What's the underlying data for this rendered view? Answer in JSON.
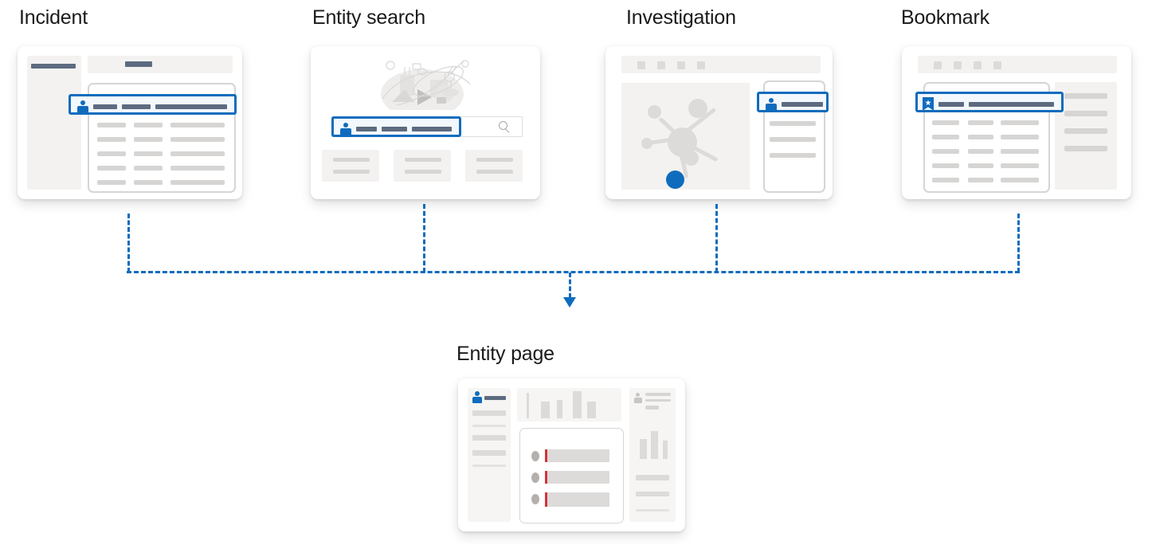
{
  "diagram": {
    "title_color": "#1b1a19",
    "accent_color": "#0f6cbd",
    "background_color": "#ffffff",
    "flow_description": "Four entry points connect down to a single Entity page"
  },
  "columns": [
    {
      "id": "incident",
      "title": "Incident",
      "highlight_icon": "person-icon",
      "mock": "list-with-left-nav"
    },
    {
      "id": "entity-search",
      "title": "Entity search",
      "highlight_icon": "person-icon",
      "mock": "search-page-with-illustration",
      "search_icon": "search-icon"
    },
    {
      "id": "investigation",
      "title": "Investigation",
      "highlight_icon": "person-icon",
      "mock": "graph-with-side-panel"
    },
    {
      "id": "bookmark",
      "title": "Bookmark",
      "highlight_icon": "bookmark-icon",
      "mock": "list-with-right-panel"
    }
  ],
  "target": {
    "id": "entity-page",
    "title": "Entity page",
    "icon": "person-icon",
    "mock": "entity-detail-page",
    "alert_marker_color": "#d13438"
  },
  "connectors": {
    "style": "dashed",
    "color": "#0f6cbd",
    "arrow": "arrow-down-icon"
  }
}
